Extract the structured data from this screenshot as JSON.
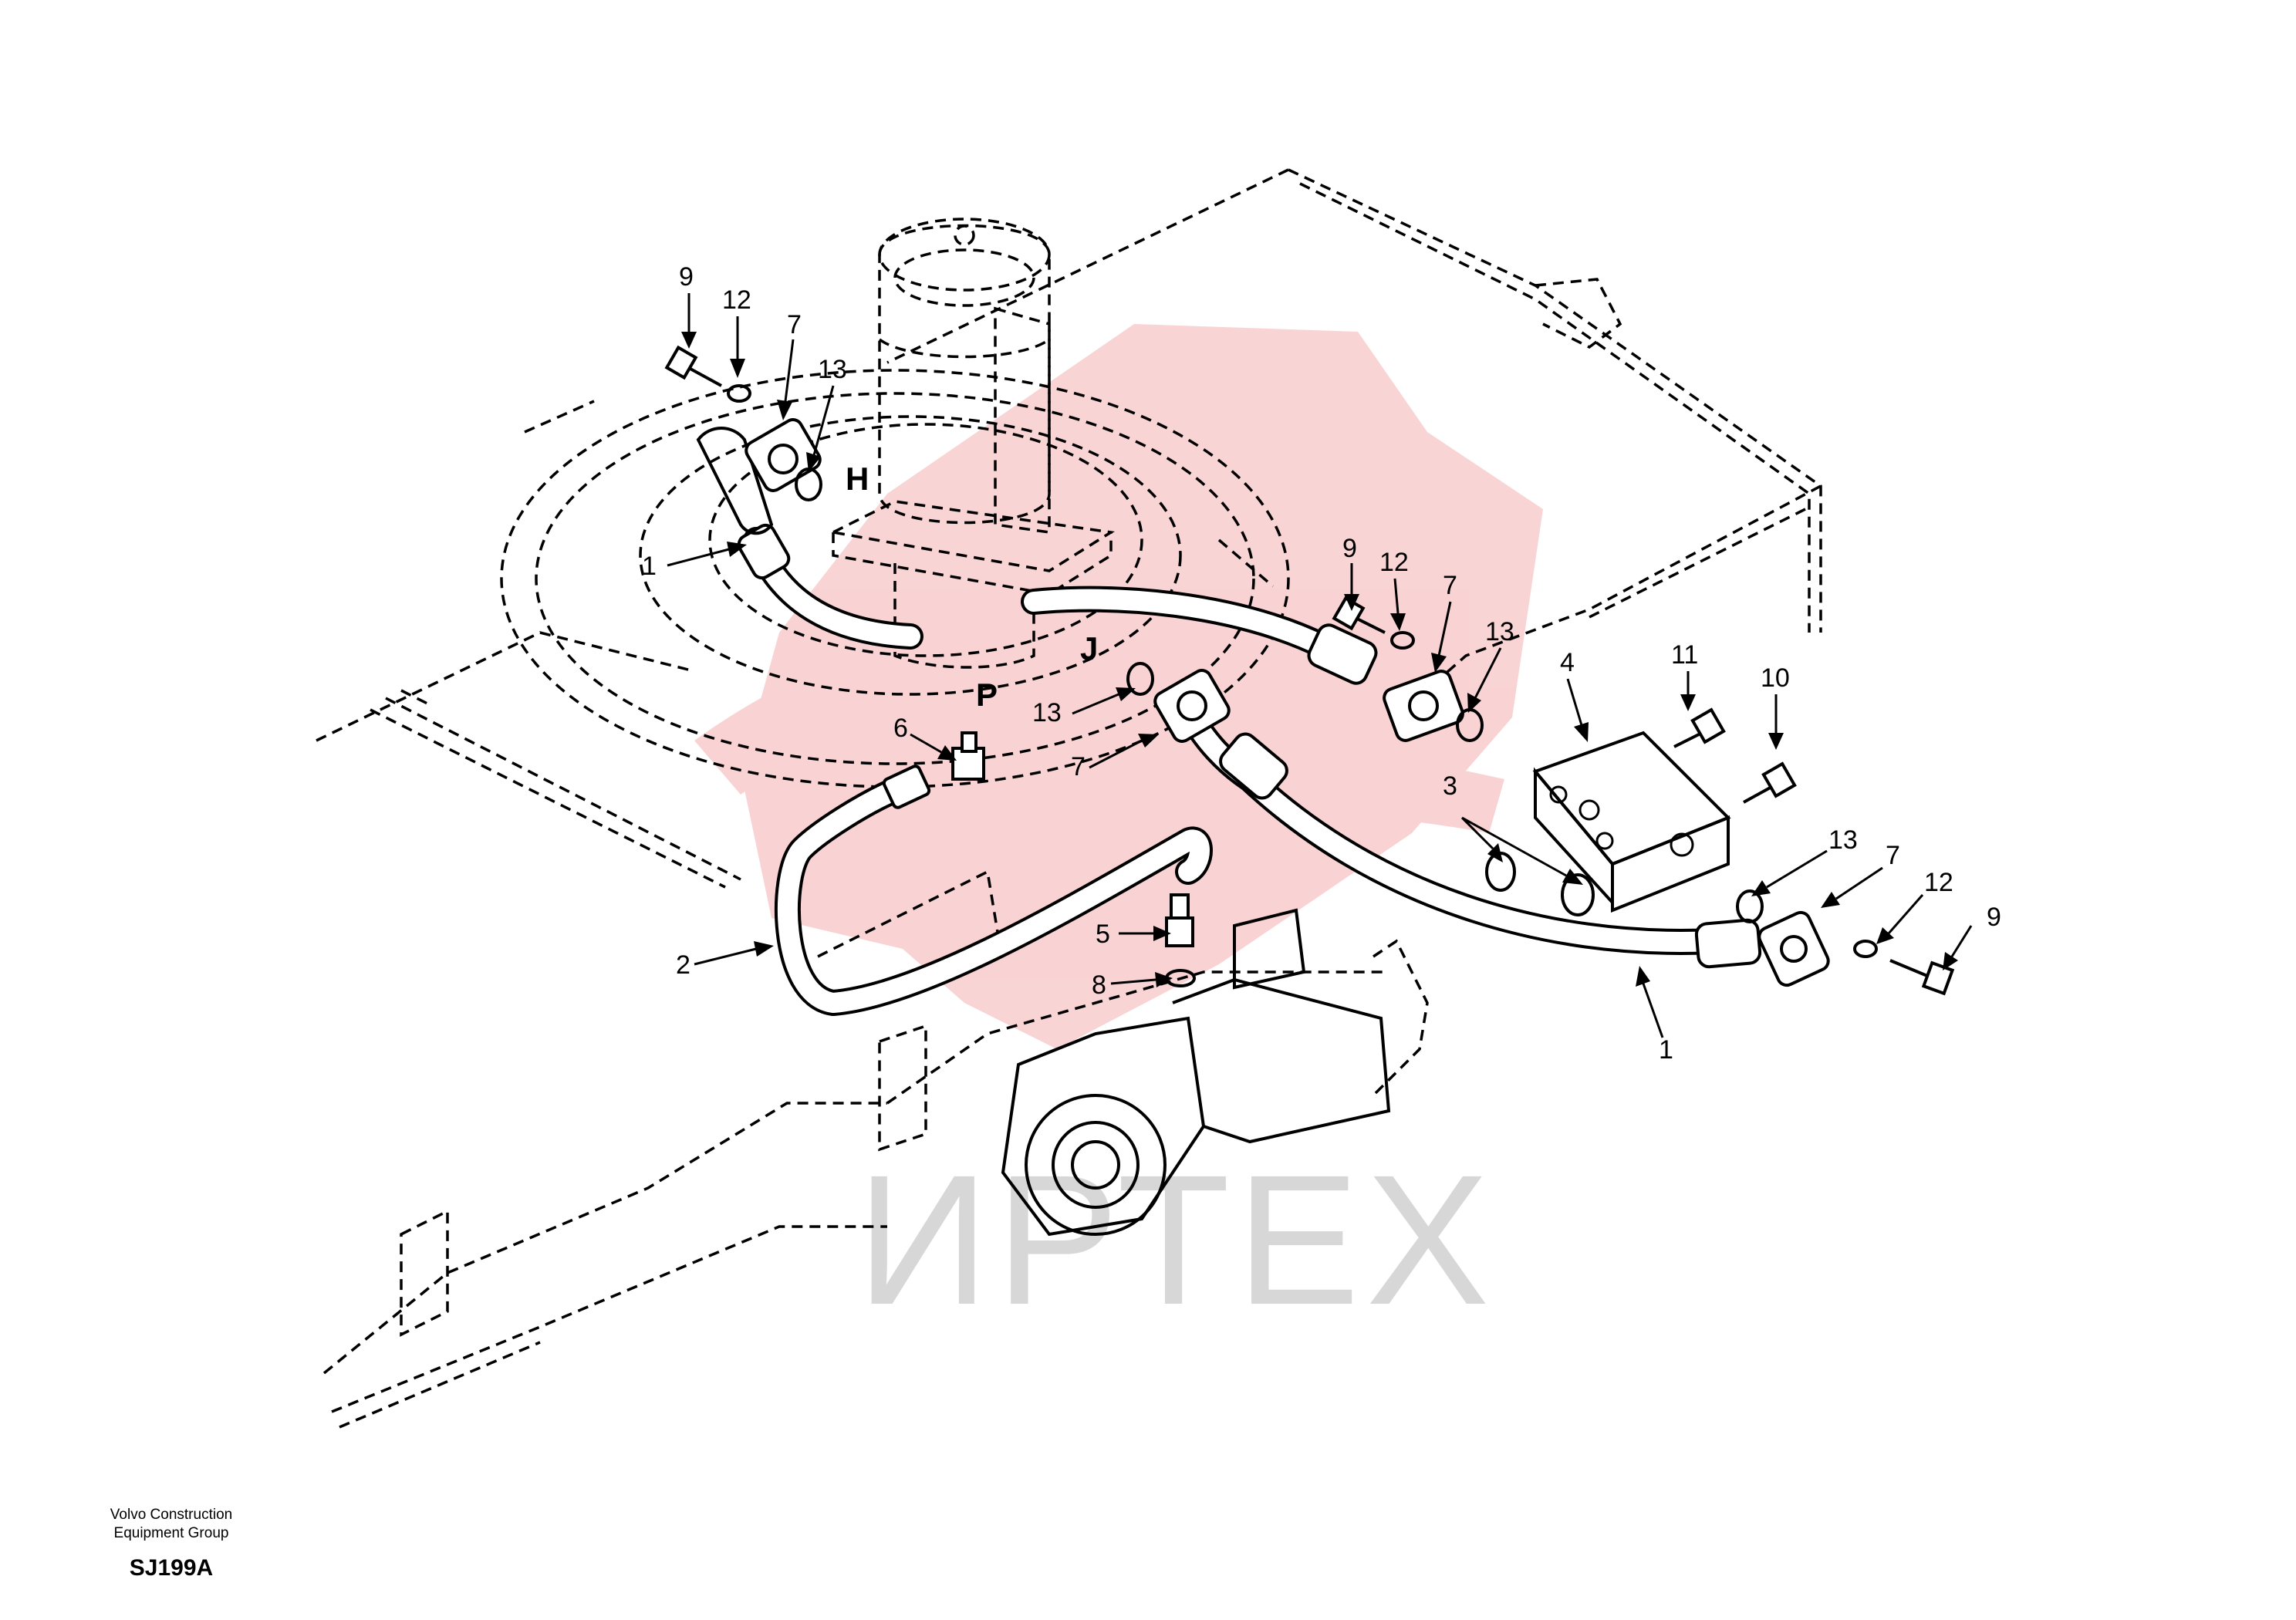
{
  "callouts": {
    "c9a": "9",
    "c12a": "12",
    "c7a": "7",
    "c13a": "13",
    "c1a": "1",
    "c9b": "9",
    "c12b": "12",
    "c7b": "7",
    "c13b": "13",
    "c4": "4",
    "c11": "11",
    "c10": "10",
    "c13c": "13",
    "c7c": "7",
    "c6": "6",
    "c3": "3",
    "c13d": "13",
    "c7d": "7",
    "c12c": "12",
    "c9c": "9",
    "c5": "5",
    "c2": "2",
    "c8": "8",
    "c1b": "1"
  },
  "ports": {
    "h": "H",
    "j": "J",
    "p": "P"
  },
  "watermark": {
    "text": "ИРТЕХ"
  },
  "footer": {
    "org_line1": "Volvo Construction",
    "org_line2": "Equipment Group",
    "drawing_code": "SJ199A"
  },
  "colors": {
    "watermark_red": "#f2a0a0",
    "watermark_gray": "#b8b8b8",
    "line": "#000000"
  }
}
